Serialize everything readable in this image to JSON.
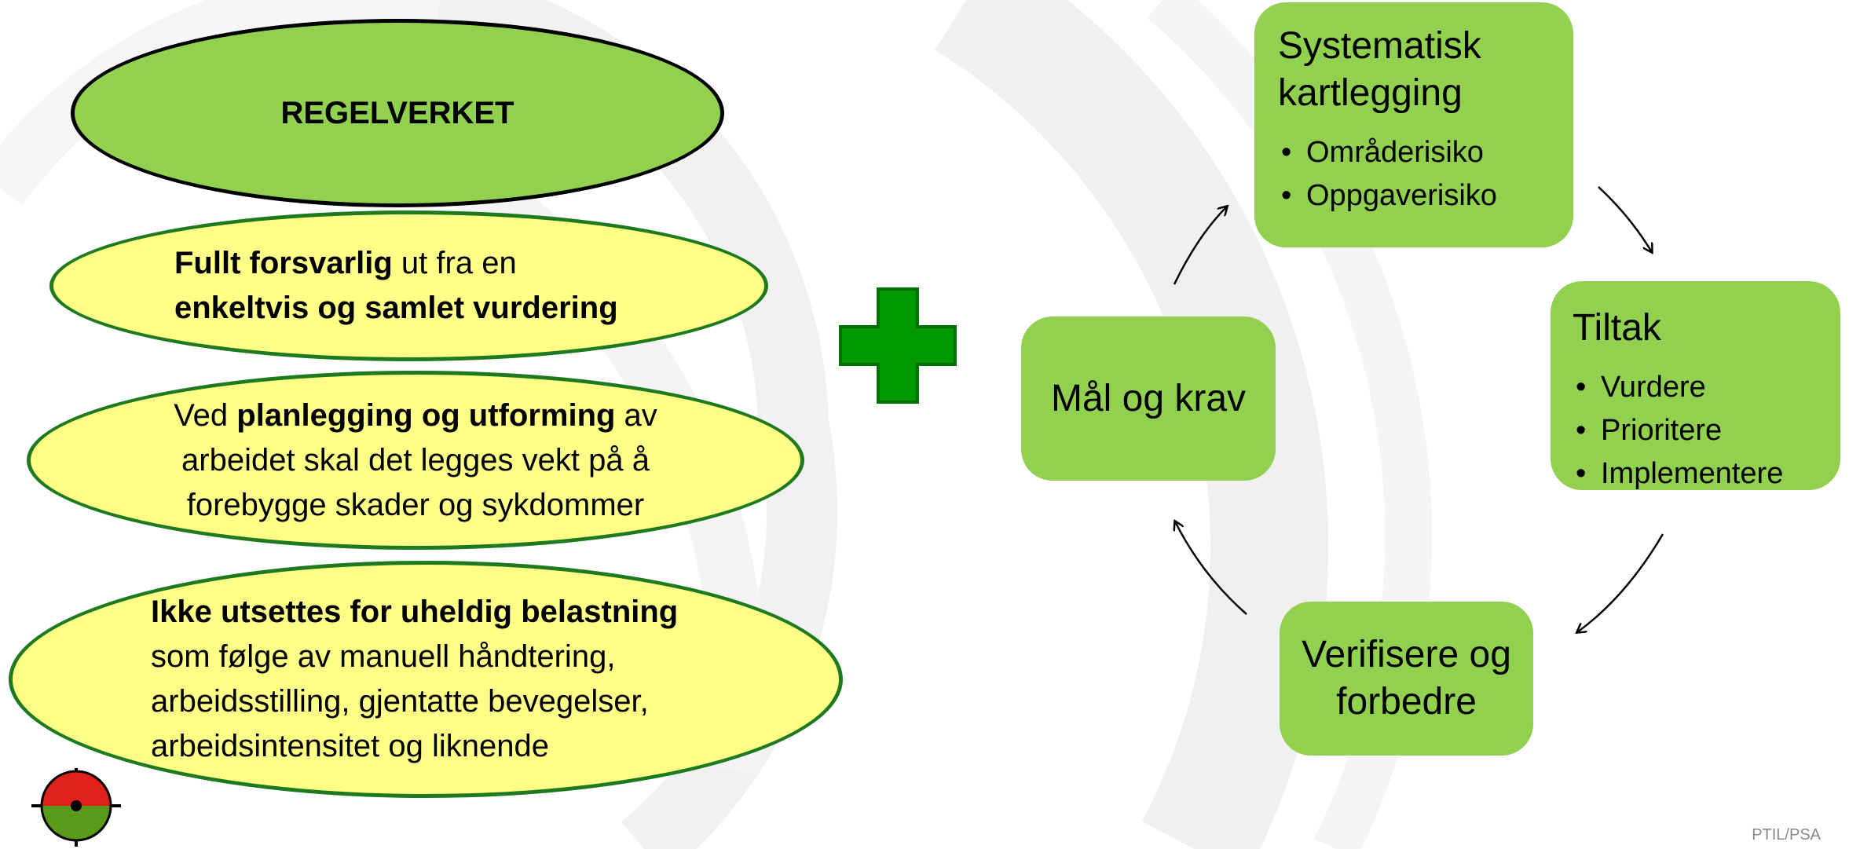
{
  "left": {
    "header": "REGELVERKET",
    "ellipse1": {
      "line1_bold": "Fullt forsvarlig",
      "line1_rest": " ut fra en",
      "line2_bold": "enkeltvis og samlet vurdering"
    },
    "ellipse2": {
      "line1_pre": "Ved ",
      "line1_bold": "planlegging og utforming",
      "line1_post": " av",
      "line2": "arbeidet skal det legges vekt på å",
      "line3": "forebygge skader og sykdommer"
    },
    "ellipse3": {
      "line1_bold": "Ikke utsettes for uheldig belastning",
      "line2": "som følge av manuell håndtering,",
      "line3": "arbeidsstilling, gjentatte bevegelser,",
      "line4": "arbeidsintensitet og liknende"
    }
  },
  "cycle": {
    "step1": {
      "title_line1": "Systematisk",
      "title_line2": "kartlegging",
      "bullets": [
        "Områderisiko",
        "Oppgaverisiko"
      ]
    },
    "step2": {
      "title": "Tiltak",
      "bullets": [
        "Vurdere",
        "Prioritere",
        "Implementere"
      ]
    },
    "step3": {
      "title_line1": "Verifisere og",
      "title_line2": "forbedre"
    },
    "step4": {
      "title": "Mål og krav"
    }
  },
  "colors": {
    "box_green": "#92d050",
    "ellipse_yellow": "#ffff88",
    "plus_green": "#009900",
    "logo_red": "#e0201b",
    "logo_green": "#5a9a1a"
  },
  "icons": {
    "plus": "plus-icon",
    "logo": "crosshair-logo-icon"
  },
  "footer": {
    "credit": "PTIL/PSA"
  }
}
